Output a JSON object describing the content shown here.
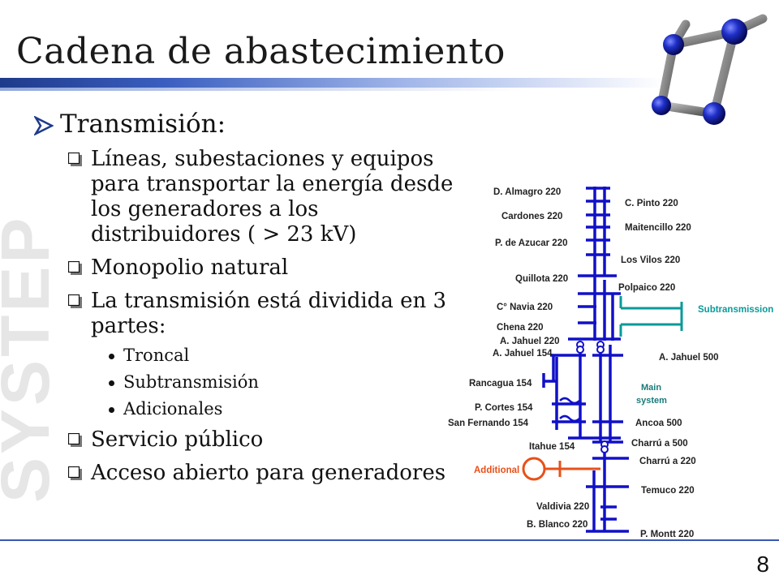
{
  "slide": {
    "title": "Cadena de abastecimiento",
    "page_number": "8",
    "watermark": "SYSTEP"
  },
  "bullets": {
    "level1_transmision": "Transmisión:",
    "items": [
      "Líneas, subestaciones y equipos",
      "para transportar la energía desde",
      "los generadores a los",
      "distribuidores ( > 23 kV)"
    ],
    "monopolio": "Monopolio natural",
    "division_1": "La transmisión está dividida en 3",
    "division_2": "partes:",
    "partes": [
      "Troncal",
      "Subtransmisión",
      "Adicionales"
    ],
    "servicio": "Servicio público",
    "acceso": "Acceso abierto para generadores"
  },
  "diagram": {
    "colors": {
      "main": "#1010c8",
      "subtransmission": "#0a9a9a",
      "additional": "#e8501a"
    },
    "labels": {
      "almagro": "D. Almagro 220",
      "pinto": "C. Pinto 220",
      "cardones": "Cardones 220",
      "maitencillo": "Maitencillo 220",
      "azucar": "P. de Azucar 220",
      "vilos": "Los Vilos 220",
      "quillota": "Quillota 220",
      "polpaico": "Polpaico 220",
      "navia": "C° Navia 220",
      "subtransmission": "Subtransmission",
      "chena": "Chena 220",
      "jahuel220": "A. Jahuel 220",
      "jahuel154": "A. Jahuel 154",
      "jahuel500": "A. Jahuel 500",
      "main_system_1": "Main",
      "main_system_2": "system",
      "rancagua": "Rancagua 154",
      "cortes": "P. Cortes 154",
      "fernando": "San Fernando 154",
      "ancoa": "Ancoa 500",
      "itahue": "Itahue 154",
      "charrua500": "Charrú a 500",
      "charrua220": "Charrú a 220",
      "additional": "Additional",
      "temuco": "Temuco 220",
      "valdivia": "Valdivia 220",
      "blanco": "B. Blanco 220",
      "montt": "P. Montt 220"
    }
  }
}
